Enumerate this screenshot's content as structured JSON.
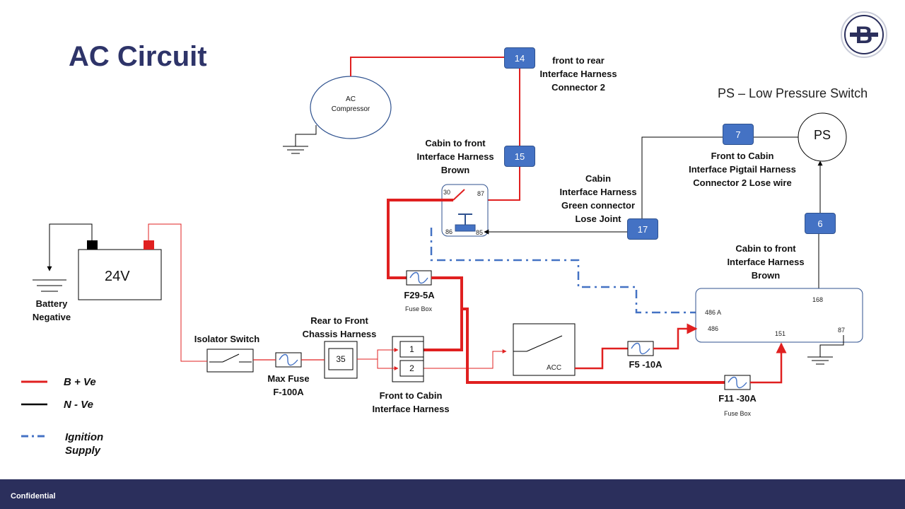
{
  "title": "AC Circuit",
  "ps_legend": "PS  – Low Pressure  Switch",
  "footer": "Confidential",
  "logo_letter": "B",
  "nodes": {
    "n14": "14",
    "n15": "15",
    "n7": "7",
    "n17": "17",
    "n6": "6",
    "n35": "35",
    "n1": "1",
    "n2": "2"
  },
  "labels": {
    "ac_compressor": "AC\nCompressor",
    "ps": "PS",
    "front_to_rear": "front to rear\nInterface Harness\nConnector 2",
    "cabin_to_front_top": "Cabin to front\nInterface Harness\nBrown",
    "front_to_cabin_pigtail": "Front to Cabin\nInterface Pigtail Harness\nConnector 2  Lose wire",
    "cabin_green": "Cabin\nInterface Harness\nGreen connector\nLose Joint",
    "cabin_to_front_right": "Cabin to front\nInterface Harness\nBrown",
    "battery_negative": "Battery\nNegative",
    "battery_voltage": "24V",
    "isolator_switch": "Isolator Switch",
    "max_fuse": "Max Fuse\nF-100A",
    "rear_to_front": "Rear to Front\nChassis Harness",
    "front_to_cabin": "Front to Cabin\nInterface Harness",
    "f29": "F29-5A",
    "f29_sub": "Fuse Box",
    "f5": "F5 -10A",
    "f11": "F11 -30A",
    "f11_sub": "Fuse Box",
    "acc": "ACC"
  },
  "relay_pins": {
    "p30": "30",
    "p87": "87",
    "p86": "86",
    "p85": "85"
  },
  "module_pins": {
    "p168": "168",
    "p486a": "486 A",
    "p486": "486",
    "p151": "151",
    "p87": "87"
  },
  "legend": {
    "b_ve": "B + Ve",
    "n_ve": "N - Ve",
    "ignition": "Ignition\nSupply"
  },
  "colors": {
    "b_ve": "#e02020",
    "n_ve": "#000000",
    "ignition": "#4472c4",
    "title": "#2e3469",
    "footer": "#2b2f5c",
    "node": "#4472c4"
  }
}
